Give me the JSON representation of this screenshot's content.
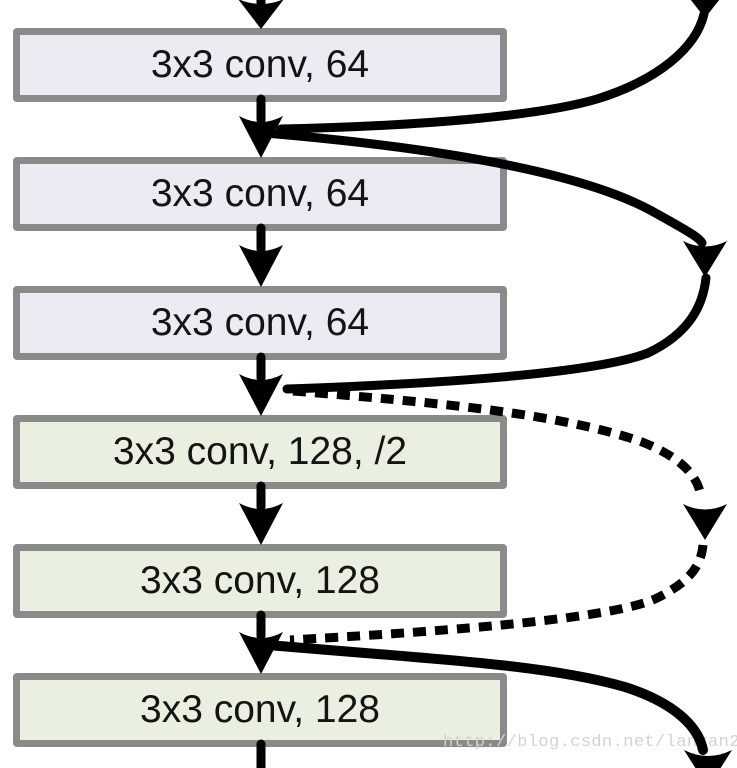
{
  "diagram": {
    "type": "neural-network-architecture",
    "description": "ResNet segment: stack of 3x3 conv layers with identity (solid) and projection (dashed) skip connections drawn as right-side arcs",
    "boxes": [
      {
        "label": "3x3 conv, 64",
        "variant": "conv64"
      },
      {
        "label": "3x3 conv, 64",
        "variant": "conv64"
      },
      {
        "label": "3x3 conv, 64",
        "variant": "conv64"
      },
      {
        "label": "3x3 conv, 128, /2",
        "variant": "conv128"
      },
      {
        "label": "3x3 conv, 128",
        "variant": "conv128"
      },
      {
        "label": "3x3 conv, 128",
        "variant": "conv128"
      }
    ],
    "skip_connections": [
      {
        "style": "solid",
        "from": "above (off-screen)",
        "to": "junction box1-box2"
      },
      {
        "style": "solid",
        "from": "junction box1-box2",
        "to": "junction box3-box4"
      },
      {
        "style": "dashed",
        "from": "junction box3-box4",
        "to": "junction box5-box6"
      },
      {
        "style": "solid",
        "from": "junction box5-box6",
        "to": "below (off-screen)"
      }
    ]
  },
  "watermark": {
    "text": "http://blog.csdn.net/lanran2"
  },
  "colors": {
    "conv64_fill": "#ecebf3",
    "conv128_fill": "#eaf0e0",
    "box_border": "#8a8a8a",
    "arrow": "#000000",
    "watermark": "#d2d2d2"
  }
}
